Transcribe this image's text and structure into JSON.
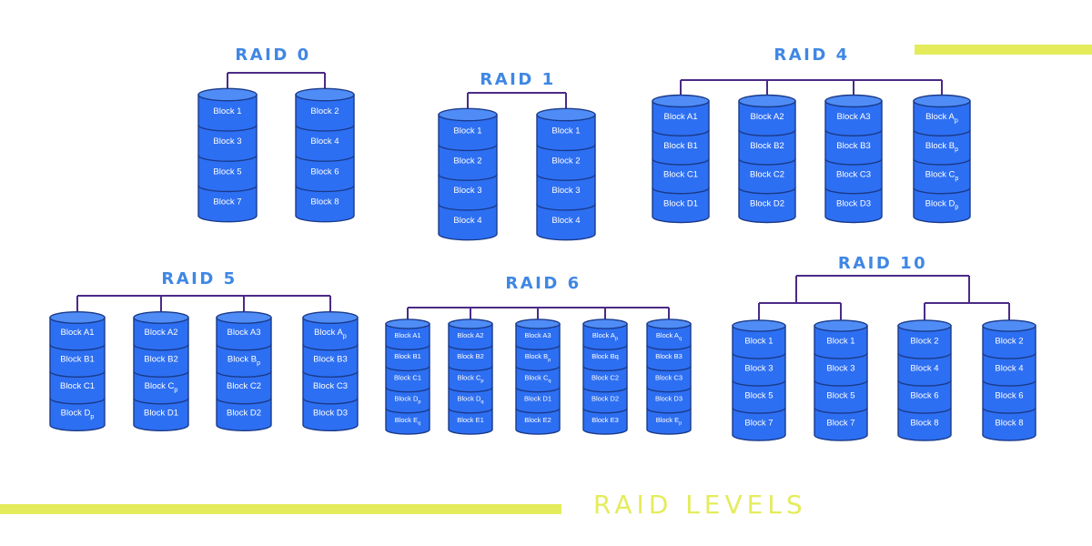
{
  "colors": {
    "title": "#3f87e4",
    "disk_body": "#2d6ff2",
    "disk_top": "#4f8cf6",
    "disk_edge": "#1a3a8a",
    "connector": "#4b2a86",
    "cell_text": "#ffffff",
    "accent": "#e4ec5c"
  },
  "caption": "RAID LEVELS",
  "groups": [
    {
      "id": "raid0",
      "title": "RAID 0",
      "connector": "single",
      "disks": [
        {
          "cells": [
            {
              "t": "Block 1"
            },
            {
              "t": "Block 3"
            },
            {
              "t": "Block 5"
            },
            {
              "t": "Block 7"
            }
          ]
        },
        {
          "cells": [
            {
              "t": "Block 2"
            },
            {
              "t": "Block 4"
            },
            {
              "t": "Block 6"
            },
            {
              "t": "Block 8"
            }
          ]
        }
      ]
    },
    {
      "id": "raid1",
      "title": "RAID 1",
      "connector": "single",
      "disks": [
        {
          "cells": [
            {
              "t": "Block 1"
            },
            {
              "t": "Block 2"
            },
            {
              "t": "Block 3"
            },
            {
              "t": "Block 4"
            }
          ]
        },
        {
          "cells": [
            {
              "t": "Block 1"
            },
            {
              "t": "Block 2"
            },
            {
              "t": "Block 3"
            },
            {
              "t": "Block 4"
            }
          ]
        }
      ]
    },
    {
      "id": "raid4",
      "title": "RAID 4",
      "connector": "single",
      "disks": [
        {
          "cells": [
            {
              "t": "Block A1"
            },
            {
              "t": "Block B1"
            },
            {
              "t": "Block C1"
            },
            {
              "t": "Block D1"
            }
          ]
        },
        {
          "cells": [
            {
              "t": "Block A2"
            },
            {
              "t": "Block B2"
            },
            {
              "t": "Block C2"
            },
            {
              "t": "Block D2"
            }
          ]
        },
        {
          "cells": [
            {
              "t": "Block A3"
            },
            {
              "t": "Block B3"
            },
            {
              "t": "Block C3"
            },
            {
              "t": "Block D3"
            }
          ]
        },
        {
          "cells": [
            {
              "t": "Block A",
              "s": "p"
            },
            {
              "t": "Block B",
              "s": "p"
            },
            {
              "t": "Block C",
              "s": "p"
            },
            {
              "t": "Block D",
              "s": "p"
            }
          ]
        }
      ]
    },
    {
      "id": "raid5",
      "title": "RAID 5",
      "connector": "single",
      "disks": [
        {
          "cells": [
            {
              "t": "Block A1"
            },
            {
              "t": "Block B1"
            },
            {
              "t": "Block C1"
            },
            {
              "t": "Block D",
              "s": "p"
            }
          ]
        },
        {
          "cells": [
            {
              "t": "Block A2"
            },
            {
              "t": "Block B2"
            },
            {
              "t": "Block C",
              "s": "p"
            },
            {
              "t": "Block D1"
            }
          ]
        },
        {
          "cells": [
            {
              "t": "Block A3"
            },
            {
              "t": "Block B",
              "s": "p"
            },
            {
              "t": "Block C2"
            },
            {
              "t": "Block D2"
            }
          ]
        },
        {
          "cells": [
            {
              "t": "Block A",
              "s": "p"
            },
            {
              "t": "Block B3"
            },
            {
              "t": "Block C3"
            },
            {
              "t": "Block D3"
            }
          ]
        }
      ]
    },
    {
      "id": "raid6",
      "title": "RAID 6",
      "connector": "single",
      "disks": [
        {
          "cells": [
            {
              "t": "Block A1"
            },
            {
              "t": "Block B1"
            },
            {
              "t": "Block C1"
            },
            {
              "t": "Block D",
              "s": "p"
            },
            {
              "t": "Block E",
              "s": "q"
            }
          ]
        },
        {
          "cells": [
            {
              "t": "Block A2"
            },
            {
              "t": "Block B2"
            },
            {
              "t": "Block C",
              "s": "p"
            },
            {
              "t": "Block D",
              "s": "q"
            },
            {
              "t": "Block E1"
            }
          ]
        },
        {
          "cells": [
            {
              "t": "Block A3"
            },
            {
              "t": "Block B",
              "s": "p"
            },
            {
              "t": "Block C",
              "s": "q"
            },
            {
              "t": "Block D1"
            },
            {
              "t": "Block E2"
            }
          ]
        },
        {
          "cells": [
            {
              "t": "Block A",
              "s": "p"
            },
            {
              "t": "Block Bq"
            },
            {
              "t": "Block C2"
            },
            {
              "t": "Block D2"
            },
            {
              "t": "Block E3"
            }
          ]
        },
        {
          "cells": [
            {
              "t": "Block A",
              "s": "q"
            },
            {
              "t": "Block B3"
            },
            {
              "t": "Block C3"
            },
            {
              "t": "Block D3"
            },
            {
              "t": "Block E",
              "s": "p"
            }
          ]
        }
      ]
    },
    {
      "id": "raid10",
      "title": "RAID 10",
      "connector": "nested",
      "disks": [
        {
          "cells": [
            {
              "t": "Block 1"
            },
            {
              "t": "Block 3"
            },
            {
              "t": "Block 5"
            },
            {
              "t": "Block 7"
            }
          ]
        },
        {
          "cells": [
            {
              "t": "Block 1"
            },
            {
              "t": "Block 3"
            },
            {
              "t": "Block 5"
            },
            {
              "t": "Block 7"
            }
          ]
        },
        {
          "cells": [
            {
              "t": "Block 2"
            },
            {
              "t": "Block 4"
            },
            {
              "t": "Block 6"
            },
            {
              "t": "Block 8"
            }
          ]
        },
        {
          "cells": [
            {
              "t": "Block 2"
            },
            {
              "t": "Block 4"
            },
            {
              "t": "Block 6"
            },
            {
              "t": "Block 8"
            }
          ]
        }
      ]
    }
  ]
}
